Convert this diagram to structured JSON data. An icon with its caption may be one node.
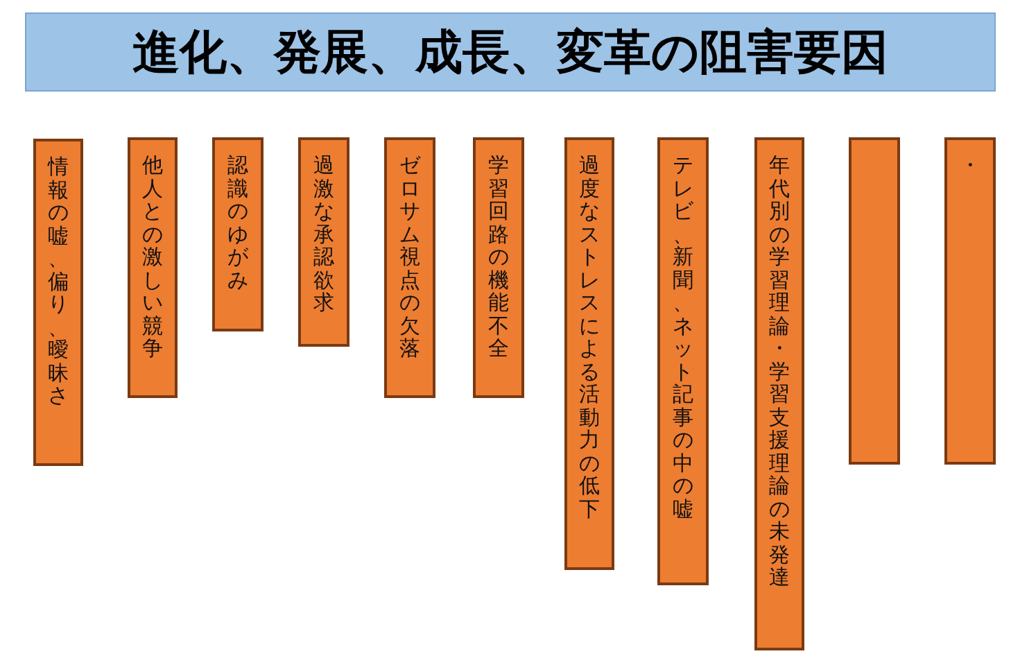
{
  "diagram": {
    "title": "進化、発展、成長、変革の阻害要因",
    "nodes": [
      {
        "text": [
          "情報の嘘、偏り、曖昧さ"
        ]
      },
      {
        "text": [
          "他人との激しい競争"
        ]
      },
      {
        "text": [
          "認識のゆがみ"
        ]
      },
      {
        "text": [
          "過激な承認欲求"
        ]
      },
      {
        "text": [
          "ゼロサム視点の欠落"
        ]
      },
      {
        "text": [
          "学習回路の機能不全"
        ]
      },
      {
        "text": [
          "過度なストレスによる活動力の低下"
        ]
      },
      {
        "text": [
          "テレビ、新聞、ネット記事の中の嘘"
        ]
      },
      {
        "text": [
          "年代別の学習理論・学習支援理論の未発達"
        ]
      },
      {
        "text": [],
        "shape": "box"
      },
      {
        "text": [
          "・"
        ]
      }
    ]
  }
}
